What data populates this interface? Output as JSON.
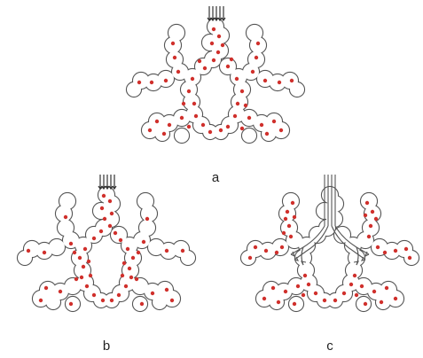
{
  "figure": {
    "panels": [
      {
        "label": "a",
        "inlet": "arrows"
      },
      {
        "label": "b",
        "inlet": "arrows"
      },
      {
        "label": "c",
        "inlet": "channels"
      }
    ]
  },
  "colors": {
    "outline": "#555555",
    "fill": "#ffffff",
    "dot": "#d0302c",
    "channel": "#555555"
  }
}
